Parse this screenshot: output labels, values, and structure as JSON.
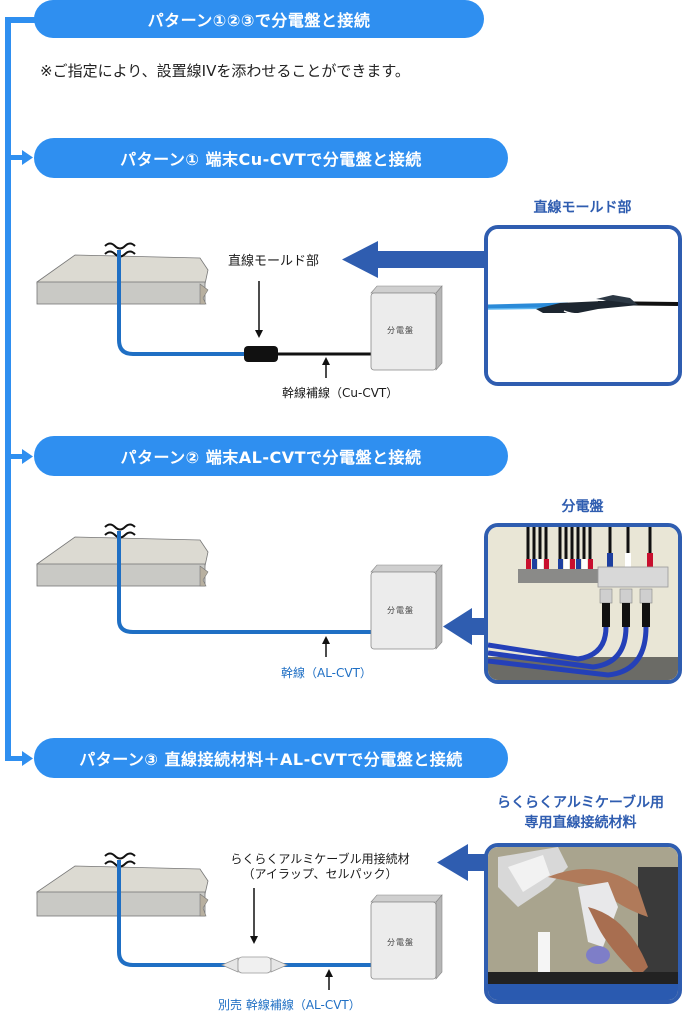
{
  "header": {
    "title": "パターン①②③で分電盤と接続",
    "note": "※ご指定により、設置線IVを添わせることができます。"
  },
  "patterns": [
    {
      "title": "パターン① 端末Cu-CVTで分電盤と接続",
      "callout_label": "直線モールド部",
      "cable_label": "幹線補線（Cu-CVT）",
      "panel_label": "分電盤",
      "photo_title": "直線モールド部",
      "photo_subject": "straight-mold-joint"
    },
    {
      "title": "パターン② 端末AL-CVTで分電盤と接続",
      "cable_label": "幹線（AL-CVT）",
      "panel_label": "分電盤",
      "photo_title": "分電盤",
      "photo_subject": "distribution-board-terminals"
    },
    {
      "title": "パターン③ 直線接続材料＋AL-CVTで分電盤と接続",
      "callout_label_line1": "らくらくアルミケーブル用接続材",
      "callout_label_line2": "（アイラップ、セルパック）",
      "cable_label": "別売 幹線補線（AL-CVT）",
      "panel_label": "分電盤",
      "photo_title_line1": "らくらくアルミケーブル用",
      "photo_title_line2": "専用直線接続材料",
      "photo_subject": "joint-material-application"
    }
  ],
  "colors": {
    "pill": "#2f8ff0",
    "photo_border": "#2f5db0",
    "cable_blue": "#1f6fc4",
    "cable_black": "#111111",
    "slab": "#c9c9c5"
  }
}
